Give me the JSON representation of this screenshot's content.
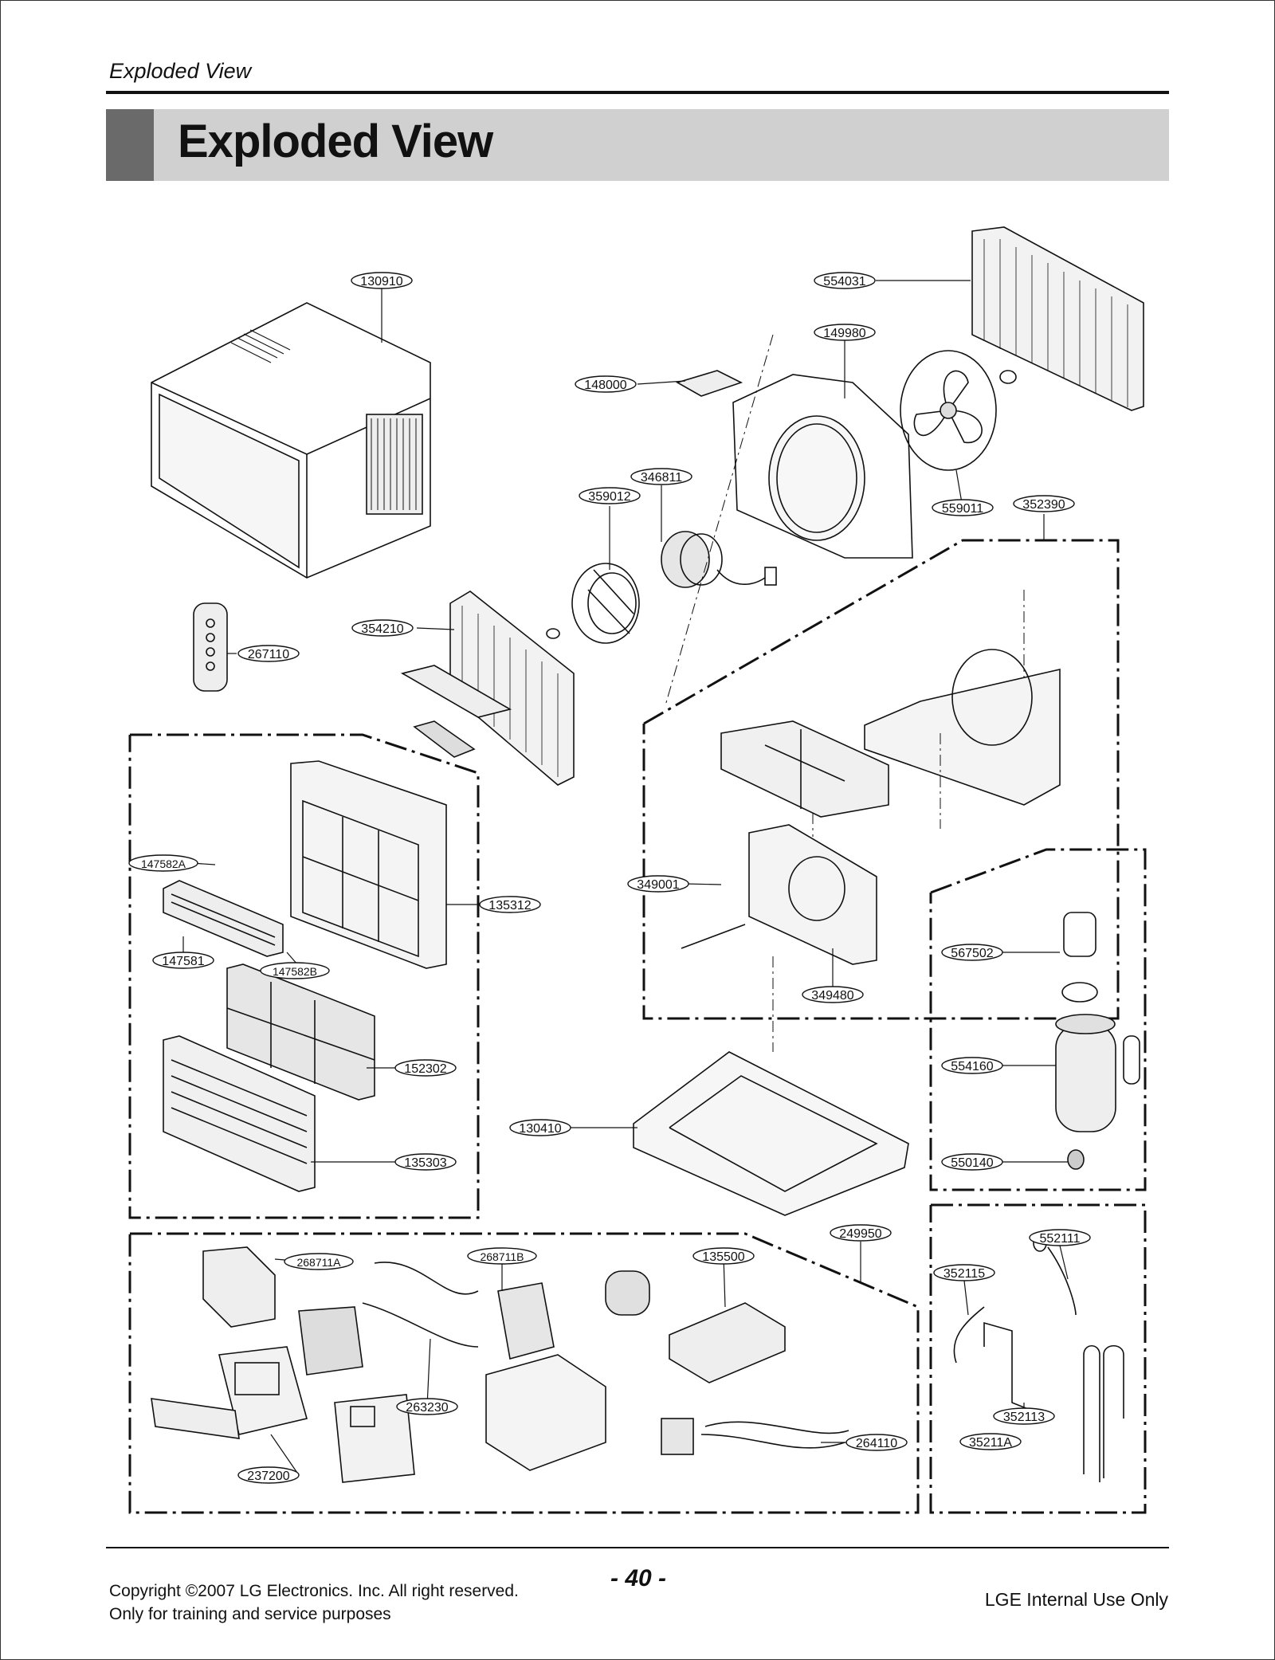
{
  "header": {
    "section_label": "Exploded View",
    "title": "Exploded View"
  },
  "part_labels": [
    "130910",
    "554031",
    "149980",
    "148000",
    "346811",
    "359012",
    "559011",
    "352390",
    "354210",
    "267110",
    "147582A",
    "135312",
    "349001",
    "147581",
    "147582B",
    "567502",
    "349480",
    "152302",
    "554160",
    "130410",
    "550140",
    "135303",
    "249950",
    "552111",
    "268711A",
    "268711B",
    "135500",
    "352115",
    "263230",
    "352113",
    "35211A",
    "264110",
    "237200"
  ],
  "footer": {
    "copyright_line1": "Copyright ©2007 LG Electronics. Inc. All right reserved.",
    "copyright_line2": "Only for training and service purposes",
    "page_number": "- 40 -",
    "internal_use": "LGE Internal Use Only"
  }
}
